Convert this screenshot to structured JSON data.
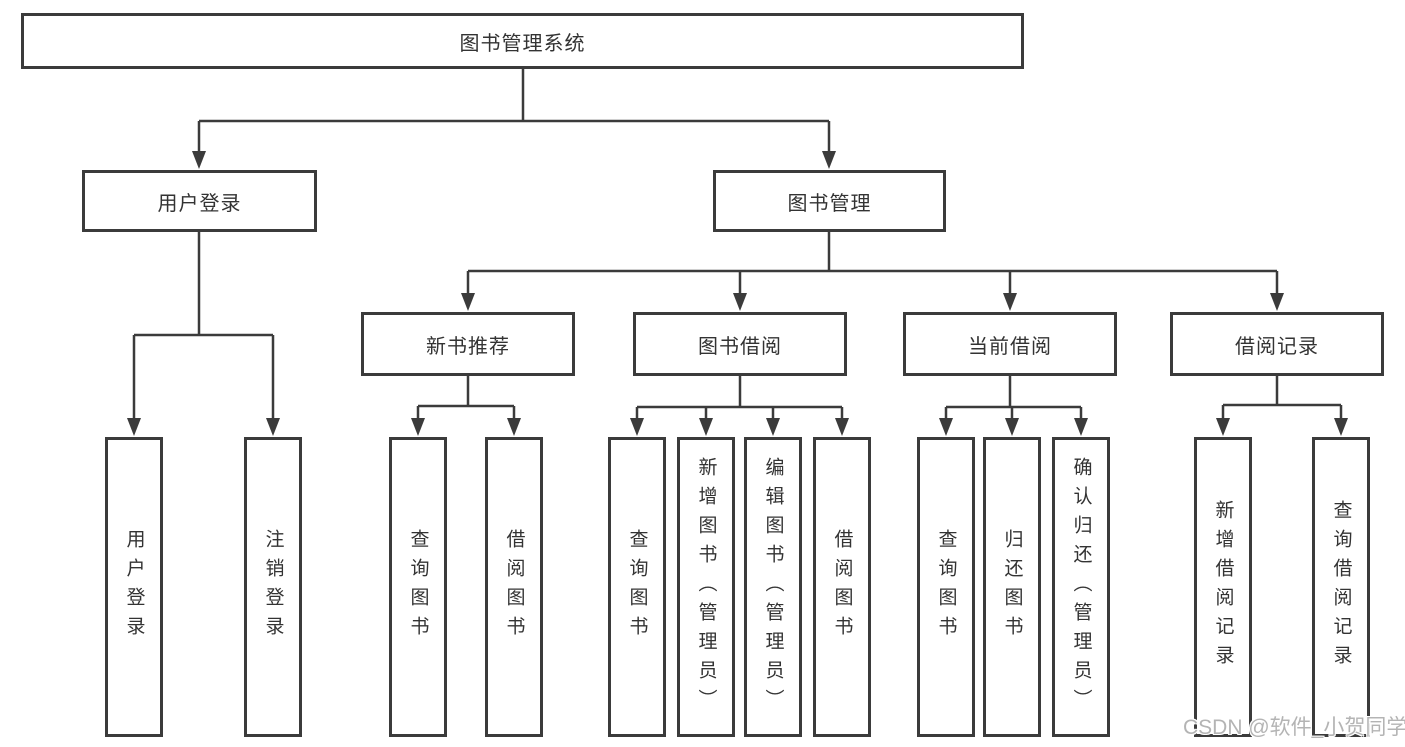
{
  "tree": {
    "label": "图书管理系统",
    "children": [
      {
        "label": "用户登录",
        "children": [
          {
            "label": "用户登录"
          },
          {
            "label": "注销登录"
          }
        ]
      },
      {
        "label": "图书管理",
        "children": [
          {
            "label": "新书推荐",
            "children": [
              {
                "label": "查询图书"
              },
              {
                "label": "借阅图书"
              }
            ]
          },
          {
            "label": "图书借阅",
            "children": [
              {
                "label": "查询图书"
              },
              {
                "label": "新增图书（管理员）"
              },
              {
                "label": "编辑图书（管理员）"
              },
              {
                "label": "借阅图书"
              }
            ]
          },
          {
            "label": "当前借阅",
            "children": [
              {
                "label": "查询图书"
              },
              {
                "label": "归还图书"
              },
              {
                "label": "确认归还（管理员）"
              }
            ]
          },
          {
            "label": "借阅记录",
            "children": [
              {
                "label": "新增借阅记录"
              },
              {
                "label": "查询借阅记录"
              }
            ]
          }
        ]
      }
    ]
  },
  "watermark": {
    "text": "CSDN @软件_小贺同学"
  },
  "colors": {
    "line": "#3b3b3b",
    "box_border": "#3b3b3b",
    "box_background": "#ffffff",
    "text": "#333333",
    "watermark": "#b4b4b4"
  }
}
